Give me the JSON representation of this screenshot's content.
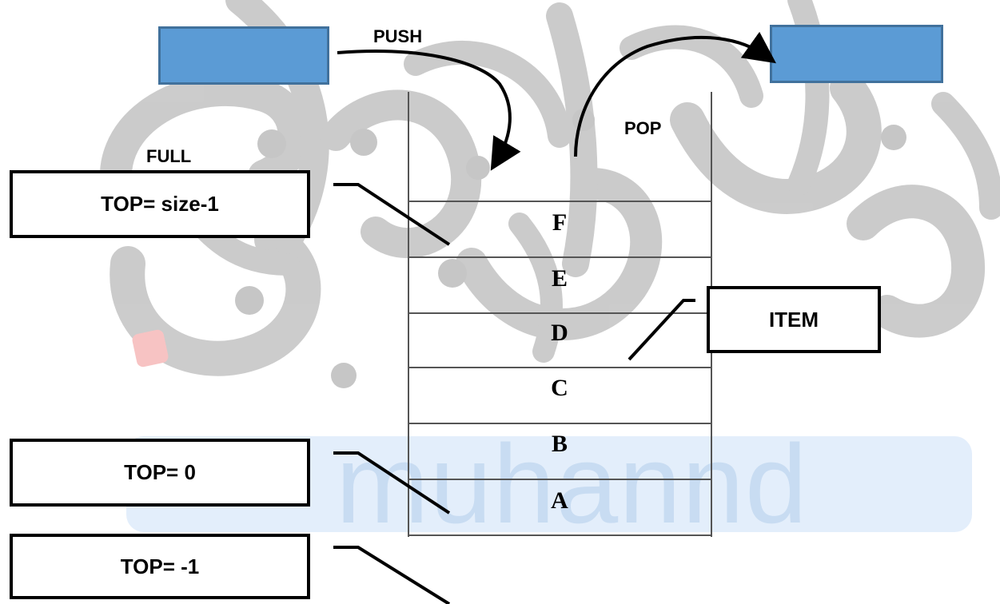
{
  "labels": {
    "push": "PUSH",
    "pop": "POP",
    "full": "FULL",
    "top_full": "TOP= size-1",
    "top_zero": "TOP= 0",
    "top_empty": "TOP= -1",
    "item": "ITEM"
  },
  "stack": {
    "cells": [
      "F",
      "E",
      "D",
      "C",
      "B",
      "A"
    ]
  },
  "watermark": {
    "text": "muhannd"
  },
  "colors": {
    "box_fill": "#5b9bd5",
    "box_border": "#41719c",
    "watermark_band": "#e3eefb",
    "watermark_text": "#c8dcf2",
    "watermark_calligraphy": "#c6c6c6"
  }
}
